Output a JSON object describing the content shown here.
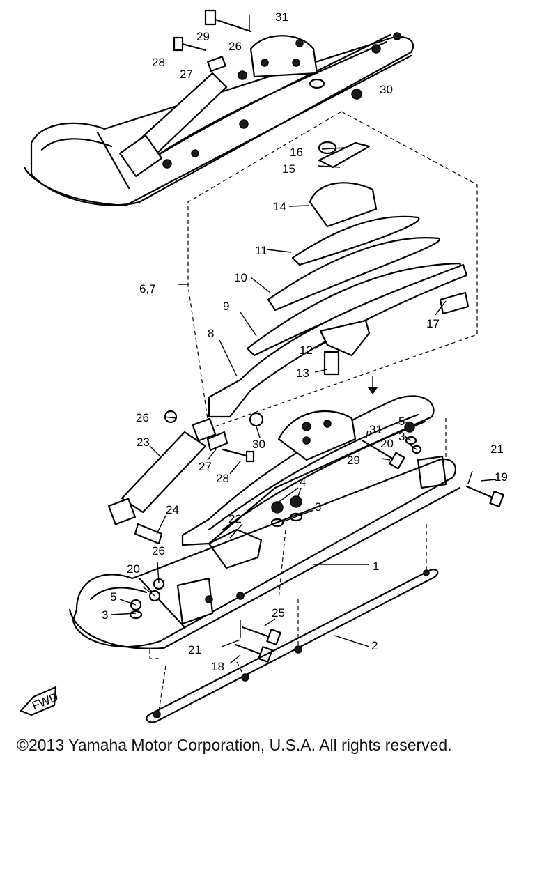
{
  "diagram": {
    "callouts": {
      "c31_top": "31",
      "c29_top": "29",
      "c28_top": "28",
      "c26_top": "26",
      "c27_top": "27",
      "c30_top": "30",
      "c16": "16",
      "c15": "15",
      "c14": "14",
      "c11": "11",
      "c10": "10",
      "c6_7": "6,7",
      "c9": "9",
      "c8": "8",
      "c17": "17",
      "c12": "12",
      "c13": "13",
      "c26_mid": "26",
      "c30_mid": "30",
      "c31_mid": "31",
      "c5_right": "5",
      "c3_right": "3",
      "c20_right": "20",
      "c29_mid": "29",
      "c21_right": "21",
      "c19": "19",
      "c23": "23",
      "c27_mid": "27",
      "c28_mid": "28",
      "c4": "4",
      "c3_center": "3",
      "c24": "24",
      "c22": "22",
      "c1": "1",
      "c20_left": "20",
      "c26_low": "26",
      "c5_left": "5",
      "c3_left": "3",
      "c25": "25",
      "c21_low": "21",
      "c18": "18",
      "c2": "2"
    },
    "fwd_label": "FWD"
  },
  "footer": {
    "copyright": "©2013 Yamaha Motor Corporation, U.S.A. All rights reserved."
  }
}
